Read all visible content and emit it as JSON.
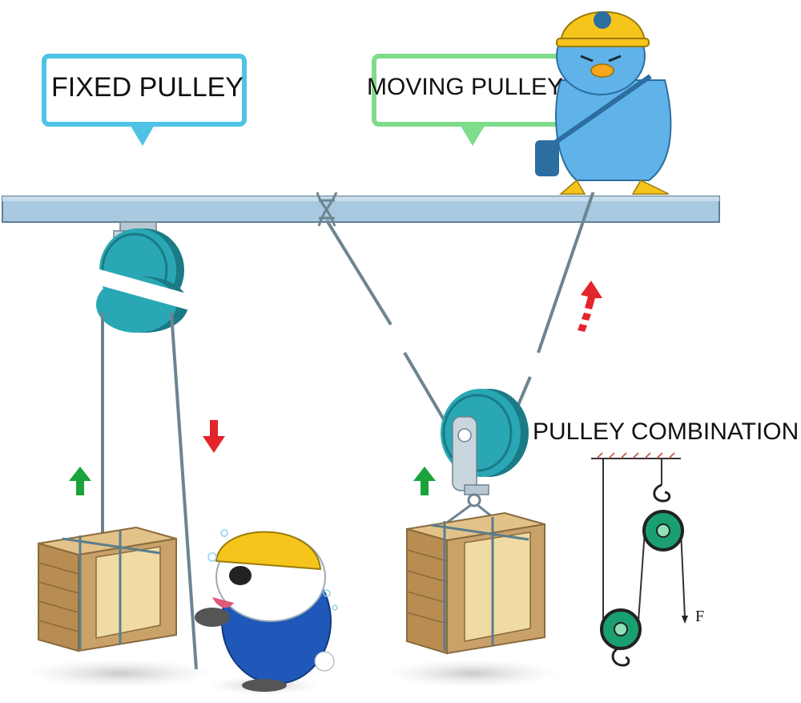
{
  "labels": {
    "fixed": "FIXED PULLEY",
    "moving": "MOVING PULLEY",
    "combination": "PULLEY COMBINATION",
    "force": "F"
  },
  "colors": {
    "fixed_callout_border": "#4ec3e6",
    "moving_callout_border": "#7fdc8a",
    "beam": "#a9c9e0",
    "beam_edge": "#5f7f96",
    "pulley": "#2aa7b5",
    "pulley_dark": "#1a7b86",
    "rope": "#6c8590",
    "crate": "#c9a26a",
    "crate_dark": "#8a6a3c",
    "arrow_up": "#1aa33a",
    "arrow_down": "#e4242b",
    "helmet": "#f6c51b",
    "bird": "#5fb3e8",
    "worker_suit": "#1f58b8",
    "combo_pulley": "#1aa070"
  },
  "icons": {
    "up_arrow": "up-arrow-icon",
    "down_arrow": "down-arrow-icon",
    "hook": "hook-icon"
  }
}
